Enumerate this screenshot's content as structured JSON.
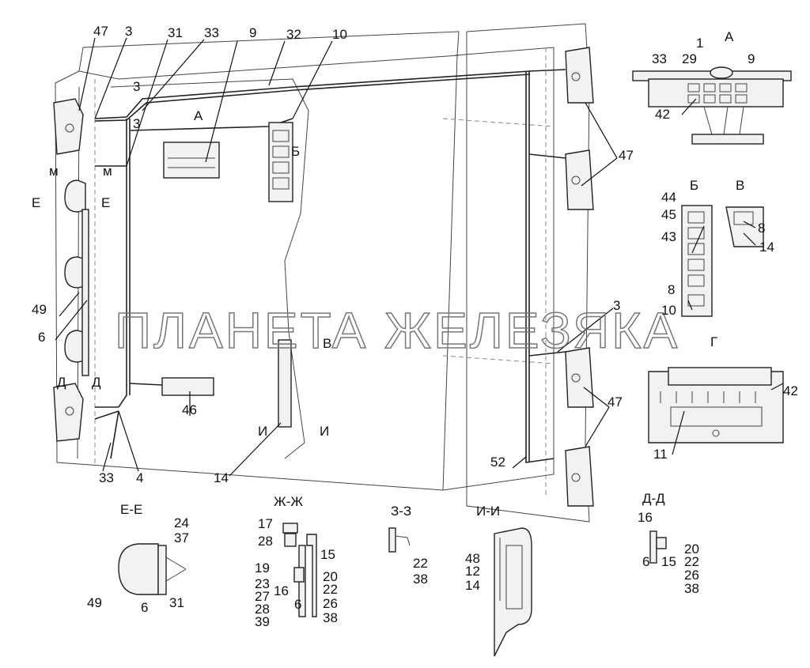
{
  "watermark": "ПЛАНЕТА ЖЕЛЕЗЯКА",
  "sections": {
    "A": "А",
    "B": "Б",
    "V": "В",
    "G": "Г",
    "EE": "Е-Е",
    "ZhZh": "Ж-Ж",
    "ZZ": "З-З",
    "II": "И-И",
    "DD": "Д-Д"
  },
  "cut_marks": {
    "M": "м",
    "E": "Е",
    "D": "Д",
    "I": "И",
    "A": "А",
    "B": "Б",
    "V": "В"
  },
  "labels": {
    "n47": "47",
    "n3": "3",
    "n31": "31",
    "n33": "33",
    "n9": "9",
    "n32": "32",
    "n10": "10",
    "n49": "49",
    "n6": "6",
    "n46": "46",
    "n4": "4",
    "n14": "14",
    "n52": "52",
    "n1": "1",
    "n29": "29",
    "n42": "42",
    "n44": "44",
    "n45": "45",
    "n43": "43",
    "n8": "8",
    "n11": "11",
    "n24": "24",
    "n37": "37",
    "n17": "17",
    "n28": "28",
    "n19": "19",
    "n23": "23",
    "n27": "27",
    "n39": "39",
    "n15": "15",
    "n16": "16",
    "n20": "20",
    "n22": "22",
    "n26": "26",
    "n38": "38",
    "n12": "12",
    "n48": "48"
  }
}
